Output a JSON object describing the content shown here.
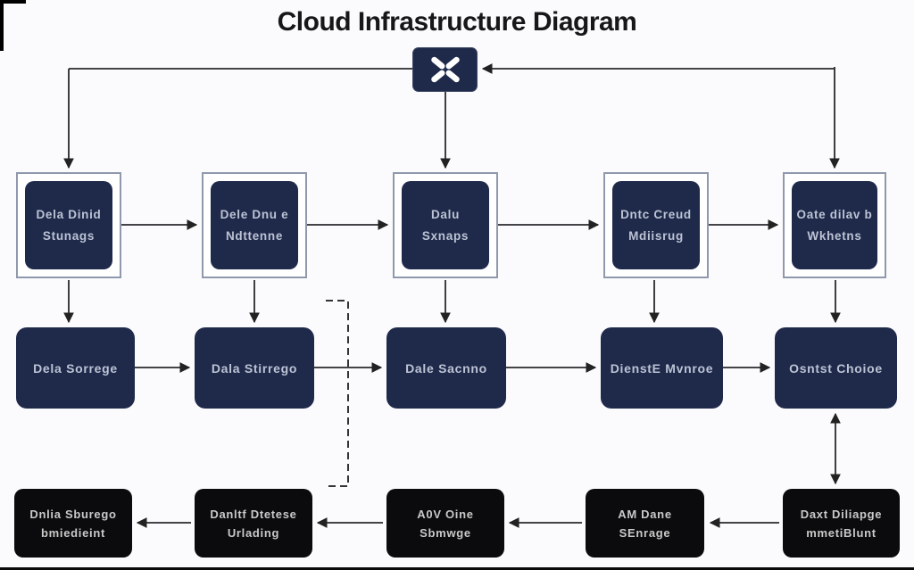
{
  "diagram": {
    "title": "Cloud Infrastructure Diagram",
    "hub": {
      "icon": "x-switch-icon"
    },
    "rows": {
      "top": [
        {
          "line1": "Dela Dinid",
          "line2": "Stunags"
        },
        {
          "line1": "Dele Dnu e",
          "line2": "Ndttenne"
        },
        {
          "line1": "Dalu",
          "line2": "Sxnaps"
        },
        {
          "line1": "Dntc Creud",
          "line2": "Mdiisrug"
        },
        {
          "line1": "Oate dilav b",
          "line2": "Wkhetns"
        }
      ],
      "middle": [
        {
          "label": "Dela Sorrege"
        },
        {
          "label": "Dala Stirrego"
        },
        {
          "label": "Dale Sacnno"
        },
        {
          "label": "DienstE Mvnroe"
        },
        {
          "label": "Osntst Choioe"
        }
      ],
      "bottom": [
        {
          "line1": "Dnlia Sburego",
          "line2": "bmiedieint"
        },
        {
          "line1": "Danltf Dtetese",
          "line2": "Urlading"
        },
        {
          "line1": "A0V Oine",
          "line2": "Sbmwge"
        },
        {
          "line1": "AM Dane",
          "line2": "SEnrage"
        },
        {
          "line1": "Daxt Diliapge",
          "line2": "mmetiBlunt"
        }
      ]
    },
    "colors": {
      "bg": "#fbfbfd",
      "navy": "#1f2a4b",
      "frame": "#8f99ab",
      "blackbox": "#0b0b0d",
      "line": "#2a2a2e",
      "text-navy": "#bcc3d4",
      "text-black": "#c9c9c9",
      "title": "#17171a"
    }
  }
}
